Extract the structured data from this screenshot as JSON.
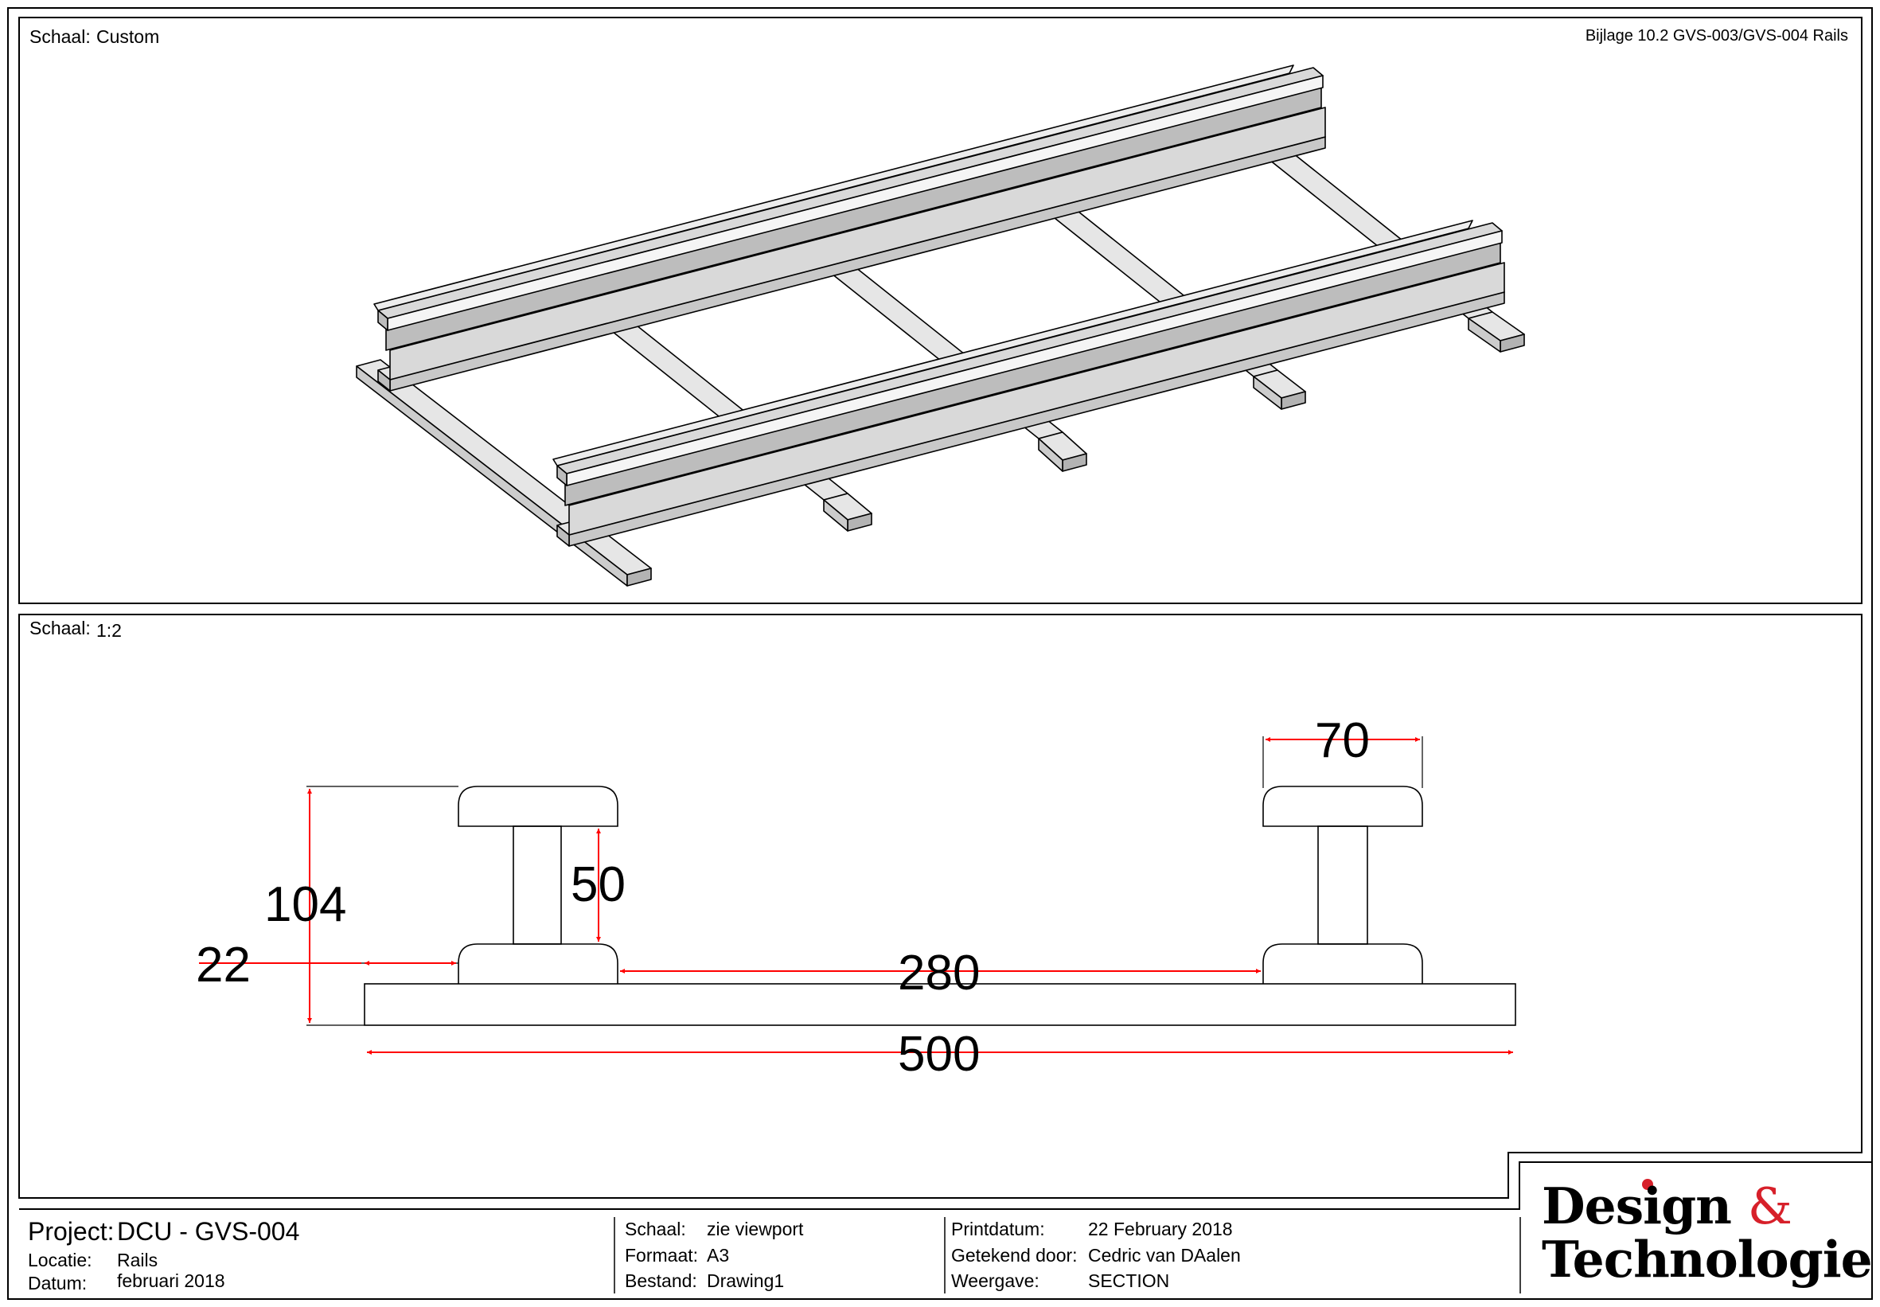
{
  "viewport_top": {
    "scale_label": "Schaal:",
    "scale_value": "Custom",
    "sheet_title": "Bijlage 10.2 GVS-003/GVS-004 Rails"
  },
  "viewport_bottom": {
    "scale_label": "Schaal:",
    "scale_value": "1:2"
  },
  "dimensions": {
    "height_total": "104",
    "web_height": "50",
    "head_width": "70",
    "offset": "22",
    "rail_gap": "280",
    "base_length": "500"
  },
  "title_block": {
    "project_label": "Project:",
    "project_value": "DCU - GVS-004",
    "locatie_label": "Locatie:",
    "locatie_value": "Rails",
    "datum_label": "Datum:",
    "datum_value": "februari 2018",
    "schaal_label": "Schaal:",
    "schaal_value": "zie viewport",
    "formaat_label": "Formaat:",
    "formaat_value": "A3",
    "bestand_label": "Bestand:",
    "bestand_value": "Drawing1",
    "printdatum_label": "Printdatum:",
    "printdatum_value": "22 February 2018",
    "getekend_label": "Getekend door:",
    "getekend_value": "Cedric van DAalen",
    "weergave_label": "Weergave:",
    "weergave_value": "SECTION"
  },
  "brand": {
    "word1": "Design",
    "ampersand": "&",
    "word2": "Technologie",
    "accent_color": "#d7202a"
  },
  "colors": {
    "dimension": "#ff0000",
    "solid_light": "#e6e6e6",
    "solid_mid": "#cccccc",
    "solid_dark": "#b3b3b3"
  }
}
